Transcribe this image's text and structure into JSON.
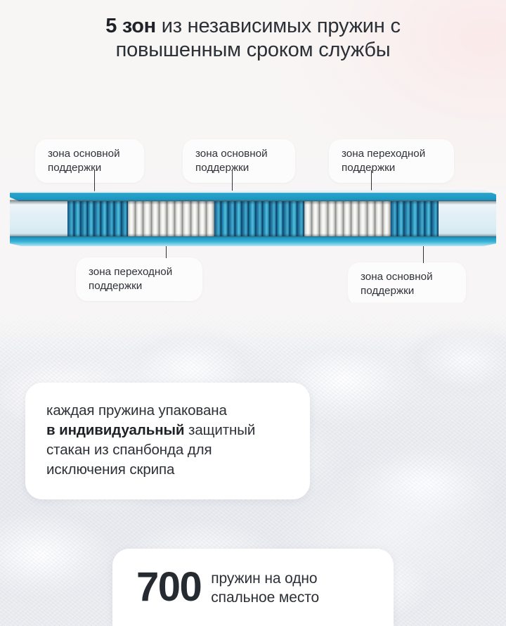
{
  "headline": {
    "bold": "5 зон",
    "rest": " из независимых пружин  с повышенным сроком службы"
  },
  "diagram": {
    "labels": [
      {
        "id": "top-left",
        "text": "зона основной\nподдержки"
      },
      {
        "id": "top-mid",
        "text": "зона основной\nподдержки"
      },
      {
        "id": "top-right",
        "text": "зона переходной\nподдержки"
      },
      {
        "id": "bot-left",
        "text": "зона переходной\nподдержки"
      },
      {
        "id": "bot-right",
        "text": "зона основной\nподдержки"
      }
    ]
  },
  "spring_card": {
    "line1": "каждая пружина упакована",
    "bold": "в индивидуальный",
    "line2_rest": " защитный",
    "line3": "стакан из спанбонда для",
    "line4": "исключения скрипа"
  },
  "count_card": {
    "number": "700",
    "text": "пружин на одно\nспальное место"
  },
  "colors": {
    "page_bg": "#f7f5f5",
    "accent_blue": "#1f9cc6",
    "spring_blue_dark": "#14507a",
    "spring_white": "#f2f2f0",
    "text": "#2c3036",
    "card_bg": "#ffffff"
  }
}
